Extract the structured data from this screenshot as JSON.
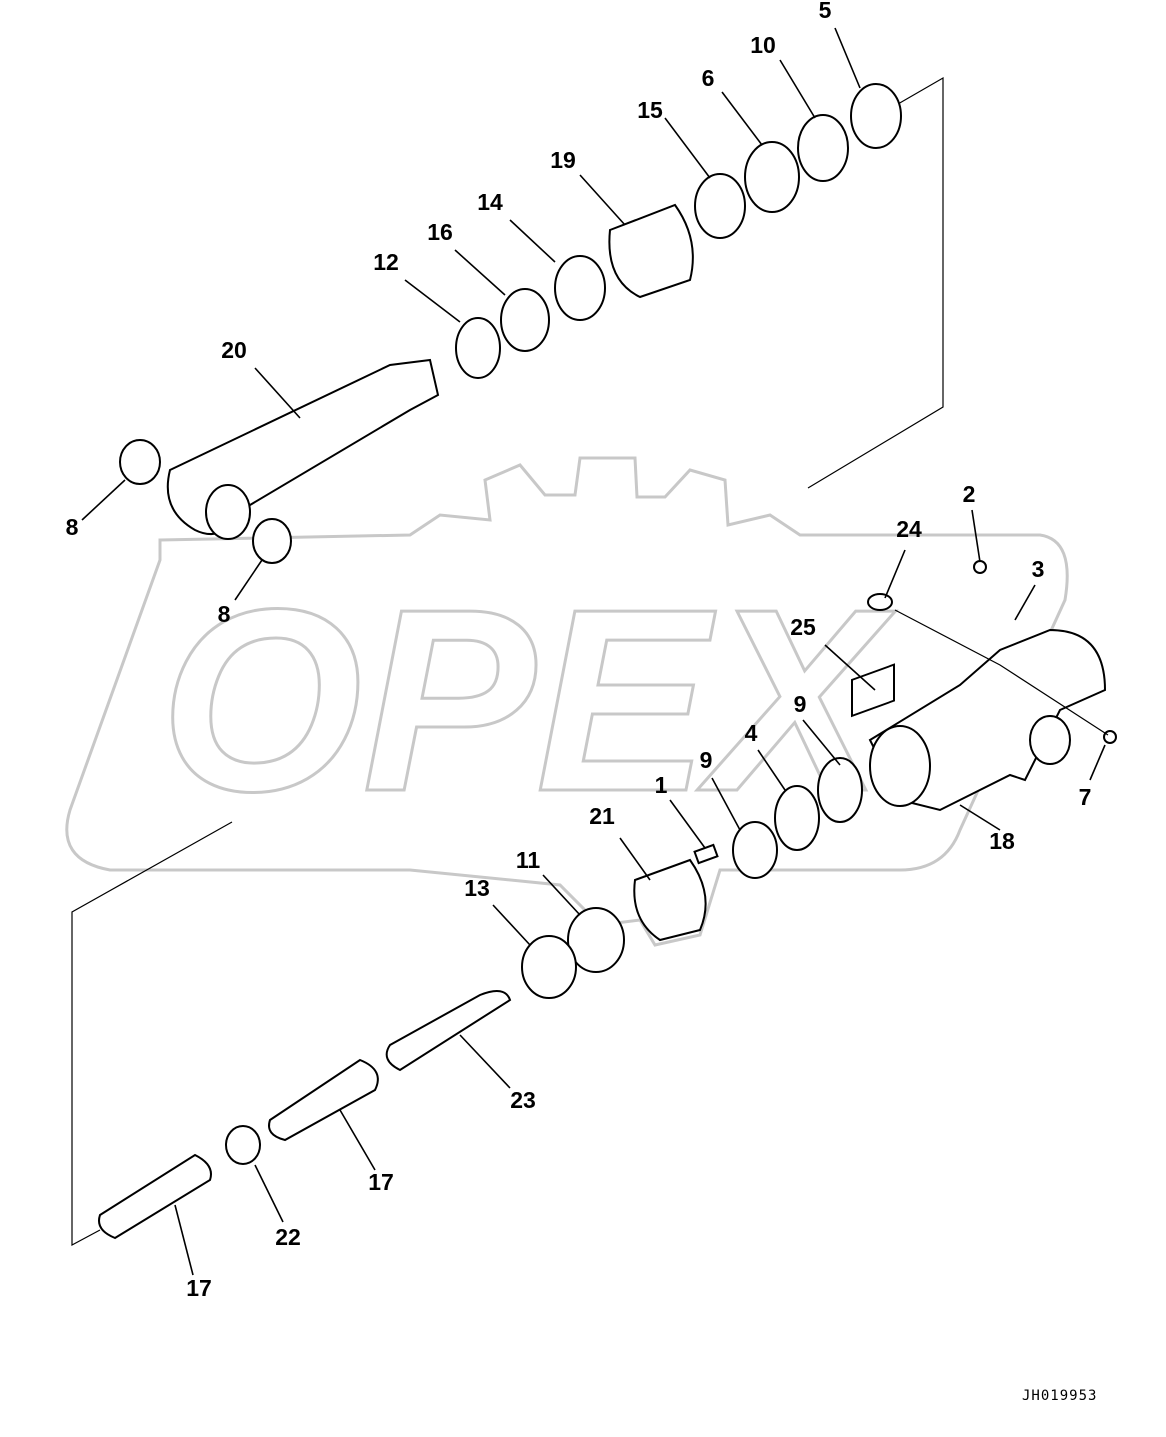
{
  "diagram": {
    "watermark": "OPEX",
    "drawing_code": "JH019953",
    "callouts": [
      "5",
      "10",
      "6",
      "15",
      "19",
      "14",
      "16",
      "12",
      "20",
      "8",
      "8",
      "2",
      "24",
      "3",
      "25",
      "9",
      "4",
      "9",
      "7",
      "1",
      "21",
      "18",
      "11",
      "13",
      "23",
      "17",
      "22",
      "17"
    ]
  }
}
